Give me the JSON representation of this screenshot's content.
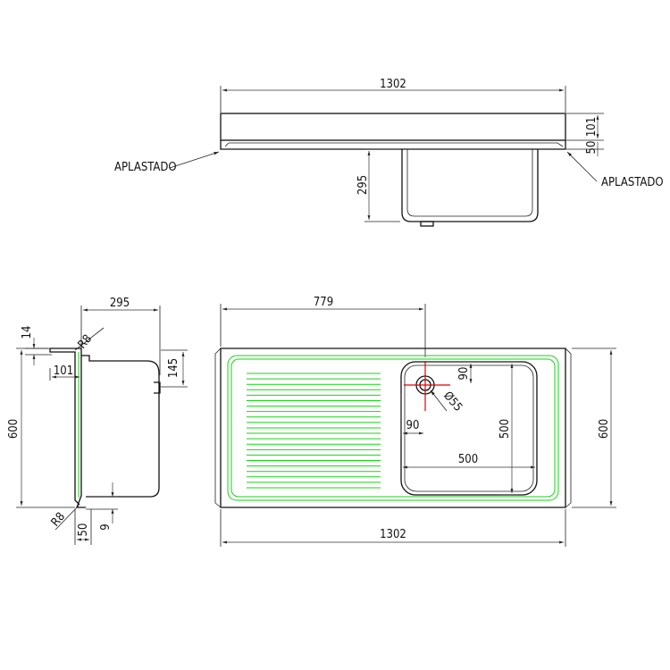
{
  "top_view": {
    "dim_width": "1302",
    "dim_height_upper": "101",
    "dim_height_lower": "50",
    "dim_bowl_depth": "295",
    "label_left": "APLASTADO",
    "label_right": "APLASTADO"
  },
  "side_view": {
    "dim_depth": "295",
    "dim_top": "14",
    "dim_radius_top": "R8",
    "dim_offset": "101",
    "dim_overall": "600",
    "dim_145": "145",
    "dim_radius_bottom": "R8",
    "dim_50": "50",
    "dim_9": "9"
  },
  "plan_view": {
    "dim_779": "779",
    "dim_90_top": "90",
    "dim_55": "Ø55",
    "dim_90_left": "90",
    "dim_500_h": "500",
    "dim_500_v": "500",
    "dim_600": "600",
    "dim_1302": "1302"
  },
  "colors": {
    "line": "#111111",
    "inner_outline": "#19d219",
    "drain_center": "#e00000"
  }
}
